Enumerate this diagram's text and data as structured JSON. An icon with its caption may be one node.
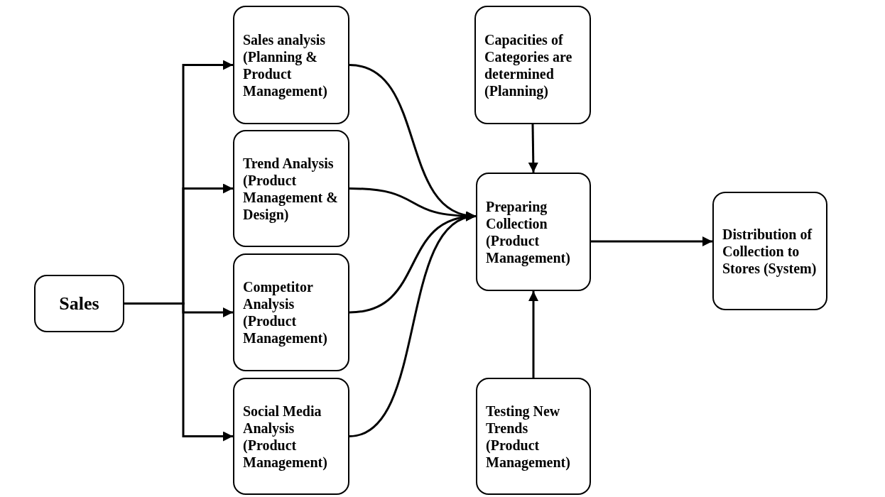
{
  "diagram": {
    "nodes": [
      {
        "text": [
          "Sales"
        ]
      },
      {
        "text": [
          "Sales analysis (Planning & Product Management)"
        ]
      },
      {
        "text": [
          "Trend Analysis (Product Management & Design)"
        ]
      },
      {
        "text": [
          "Competitor Analysis (Product Management)"
        ]
      },
      {
        "text": [
          "Social Media Analysis (Product Management)"
        ]
      },
      {
        "text": [
          "Capacities of Categories are determined (Planning)"
        ]
      },
      {
        "text": [
          "Preparing Collection (Product Management)"
        ]
      },
      {
        "text": [
          "Distribution of Collection to Stores (System)"
        ]
      },
      {
        "text": [
          "Testing New Trends (Product Management)"
        ]
      }
    ],
    "edges": [
      {
        "from": 0,
        "to": 1,
        "arrow": "to"
      },
      {
        "from": 0,
        "to": 2,
        "arrow": "to"
      },
      {
        "from": 0,
        "to": 3,
        "arrow": "to"
      },
      {
        "from": 0,
        "to": 4,
        "arrow": "to"
      },
      {
        "from": 1,
        "to": 6,
        "arrow": "to"
      },
      {
        "from": 2,
        "to": 6,
        "arrow": "to"
      },
      {
        "from": 3,
        "to": 6,
        "arrow": "to"
      },
      {
        "from": 4,
        "to": 6,
        "arrow": "to"
      },
      {
        "from": 5,
        "to": 6,
        "arrow": "to"
      },
      {
        "from": 8,
        "to": 6,
        "arrow": "to"
      },
      {
        "from": 6,
        "to": 7,
        "arrow": "to"
      }
    ]
  }
}
